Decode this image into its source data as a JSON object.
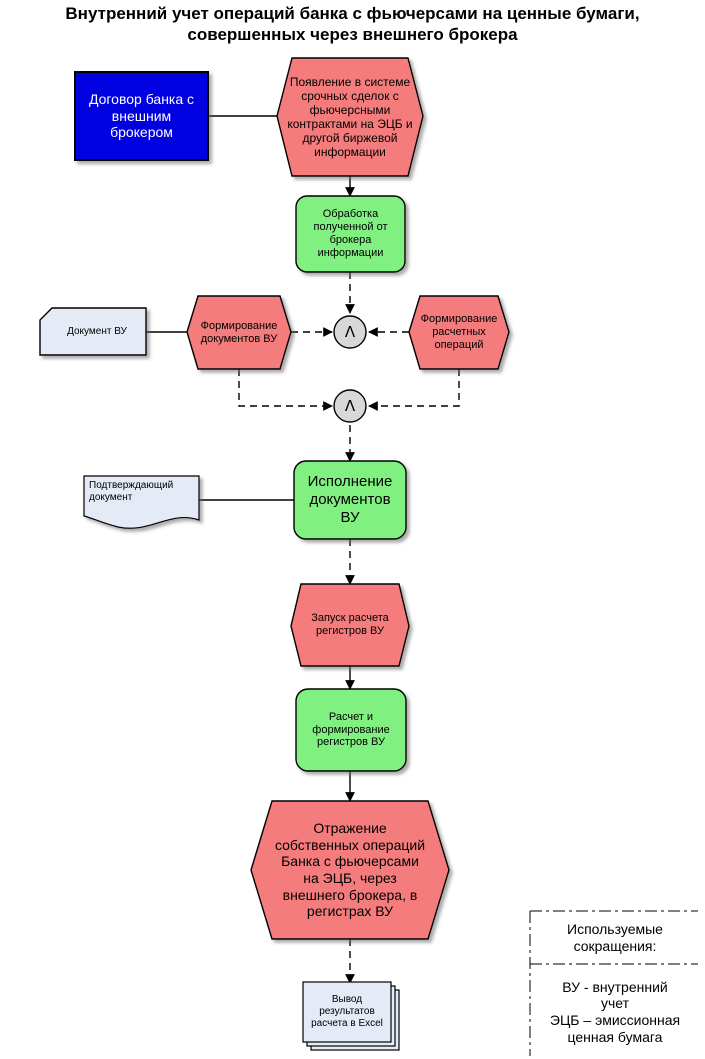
{
  "title": {
    "line1": "Внутренний учет операций банка с фьючерсами на ценные бумаги,",
    "line2": "совершенных через внешнего брокера"
  },
  "nodes": {
    "contract": "Договор банка с\nвнешним\nброкером",
    "event_receive": "Появление в системе\nсрочных сделок с\nфьючерсными\nконтрактами на ЭЦБ и\nдругой биржевой\nинформации",
    "func_process": "Обработка\nполученной от\nброкера\nинформации",
    "event_form_docs": "Формирование\nдокументов ВУ",
    "event_form_ops": "Формирование\nрасчетных\nопераций",
    "doc_vu": "Документ ВУ",
    "doc_confirm": "Подтверждающий\nдокумент",
    "func_execute": "Исполнение\nдокументов\nВУ",
    "event_start_calc": "Запуск расчета\nрегистров ВУ",
    "func_calc": "Расчет и\nформирование\nрегистров ВУ",
    "event_reflect": "Отражение\nсобственных операций\nБанка с фьючерсами\nна ЭЦБ, через\nвнешнего брокера, в\nрегистрах ВУ",
    "doc_output": "Вывод\nрезультатов\nрасчета в Excel"
  },
  "operators": {
    "and1": "Λ",
    "and2": "Λ"
  },
  "legend": {
    "header": "Используемые\nсокращения:",
    "body": "ВУ - внутренний\nучет\nЭЦБ – эмиссионная\nценная бумага"
  },
  "colors": {
    "event_fill": "#f47c7c",
    "function_fill": "#80f080",
    "org_fill": "#0000e0",
    "document_fill": "#e4eaf6",
    "operator_fill": "#d8d8d8",
    "stroke": "#000000"
  }
}
